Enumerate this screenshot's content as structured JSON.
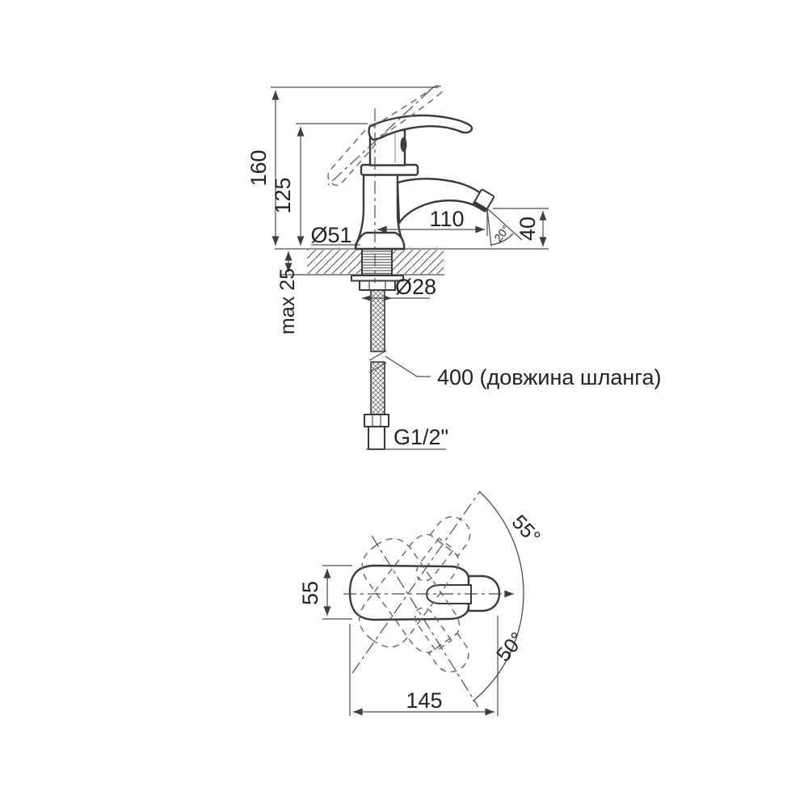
{
  "drawing": {
    "type": "faucet-installation-dimension-drawing",
    "line_color": "#3a3a3a",
    "dim_color": "#4d4d4d",
    "background": "#ffffff",
    "side_view": {
      "dim_total_height": "160",
      "dim_body_height": "125",
      "dim_max_mount_thickness": "max 25",
      "dim_base_diameter": "Ø51",
      "dim_spout_reach": "110",
      "dim_stream_angle": "20°",
      "dim_outlet_height": "40",
      "dim_shank_diameter": "Ø28",
      "hose_length_note": "400 (довжина шланга)",
      "thread_size_label": "G1/2\""
    },
    "top_view": {
      "dim_body_width": "55",
      "dim_overall_length": "145",
      "dim_swivel_angle_up": "55°",
      "dim_swivel_angle_down": "50°"
    }
  }
}
